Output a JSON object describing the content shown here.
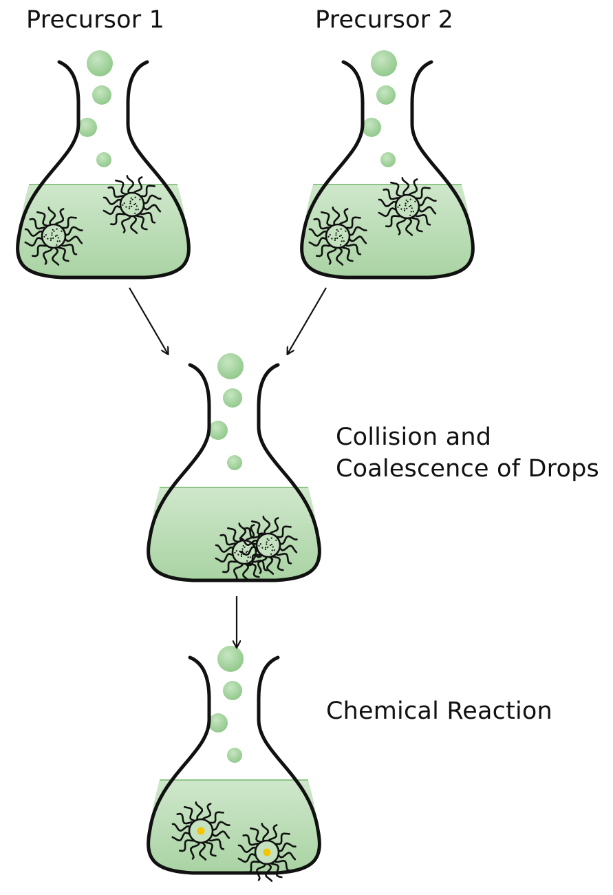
{
  "labels": {
    "precursor_1": "Precursor 1",
    "precursor_2": "Precursor 2",
    "collision_line1": "Collision and",
    "collision_line2": "Coalescence of Drops",
    "chemical_reaction": "Chemical Reaction"
  },
  "colors": {
    "liquid": "#b9dcb4",
    "liquid_dark": "#9fcd99",
    "bubble": "#9fd09a",
    "outline": "#111111",
    "product_core": "#f5c400"
  },
  "flasks": [
    {
      "name": "flask-precursor-1",
      "micelles": [
        {
          "content": "dots"
        },
        {
          "content": "dots"
        }
      ]
    },
    {
      "name": "flask-precursor-2",
      "micelles": [
        {
          "content": "dots"
        },
        {
          "content": "dots"
        }
      ]
    },
    {
      "name": "flask-coalescence",
      "micelles": [
        {
          "content": "dots"
        },
        {
          "content": "dots"
        }
      ]
    },
    {
      "name": "flask-reaction",
      "micelles": [
        {
          "content": "product"
        },
        {
          "content": "product"
        }
      ]
    }
  ]
}
